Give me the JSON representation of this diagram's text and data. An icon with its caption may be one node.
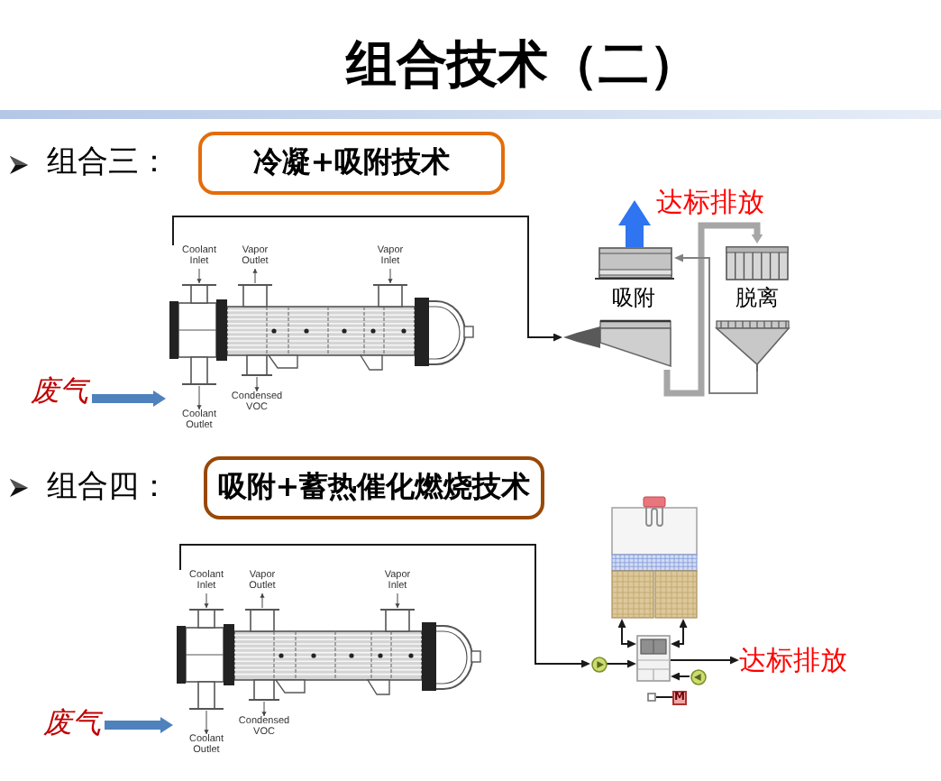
{
  "diagram": {
    "title": "组合技术（二）",
    "nodes": [
      {
        "text": [
          "冷凝+吸附技术"
        ]
      },
      {
        "text": [
          "废气"
        ]
      },
      {
        "text": [
          "Coolant Inlet",
          "Vapor Outlet",
          "Vapor Inlet",
          "Condensed VOC",
          "Coolant Outlet"
        ]
      },
      {
        "text": [
          "吸附"
        ]
      },
      {
        "text": [
          "脱离"
        ]
      },
      {
        "text": [
          "达标排放"
        ]
      },
      {
        "text": [
          "吸附+蓄热催化燃烧技术"
        ]
      },
      {
        "text": [
          "废气"
        ]
      },
      {
        "text": [
          "Coolant Inlet",
          "Vapor Outlet",
          "Vapor Inlet",
          "Condensed VOC",
          "Coolant Outlet"
        ]
      },
      {
        "text": [],
        "shape": "circle"
      },
      {
        "text": [],
        "shape": "box"
      },
      {
        "text": [],
        "shape": "picture"
      },
      {
        "text": [
          "达标排放"
        ]
      },
      {
        "text": [],
        "shape": "circle"
      },
      {
        "text": [],
        "shape": "box"
      },
      {
        "text": [
          "M"
        ]
      }
    ],
    "edges": [
      {
        "from": 1,
        "to": 2,
        "arrow": "to",
        "style": "thick",
        "color": "#4f81bd"
      },
      {
        "from": 2,
        "to": 3,
        "arrow": "to"
      },
      {
        "from": 3,
        "to": 4,
        "arrow": "to",
        "style": "thick",
        "color": "#a6a6a6"
      },
      {
        "from": 4,
        "to": 3,
        "arrow": "to",
        "color": "#808080"
      },
      {
        "from": 3,
        "to": 5,
        "arrow": "to",
        "style": "thick",
        "color": "#2f74f0"
      },
      {
        "from": 7,
        "to": 8,
        "arrow": "to",
        "style": "thick",
        "color": "#4f81bd"
      },
      {
        "from": 8,
        "to": 9,
        "arrow": "to"
      },
      {
        "from": 9,
        "to": 10,
        "arrow": "to"
      },
      {
        "from": 10,
        "to": 11,
        "arrow": "both"
      },
      {
        "from": 10,
        "to": 11,
        "arrow": "both"
      },
      {
        "from": 10,
        "to": 12,
        "arrow": "to"
      },
      {
        "from": 13,
        "to": 10,
        "arrow": "to"
      },
      {
        "from": 14,
        "to": 15,
        "arrow": "none"
      }
    ],
    "labels": [
      "组合三：",
      "组合四："
    ]
  }
}
